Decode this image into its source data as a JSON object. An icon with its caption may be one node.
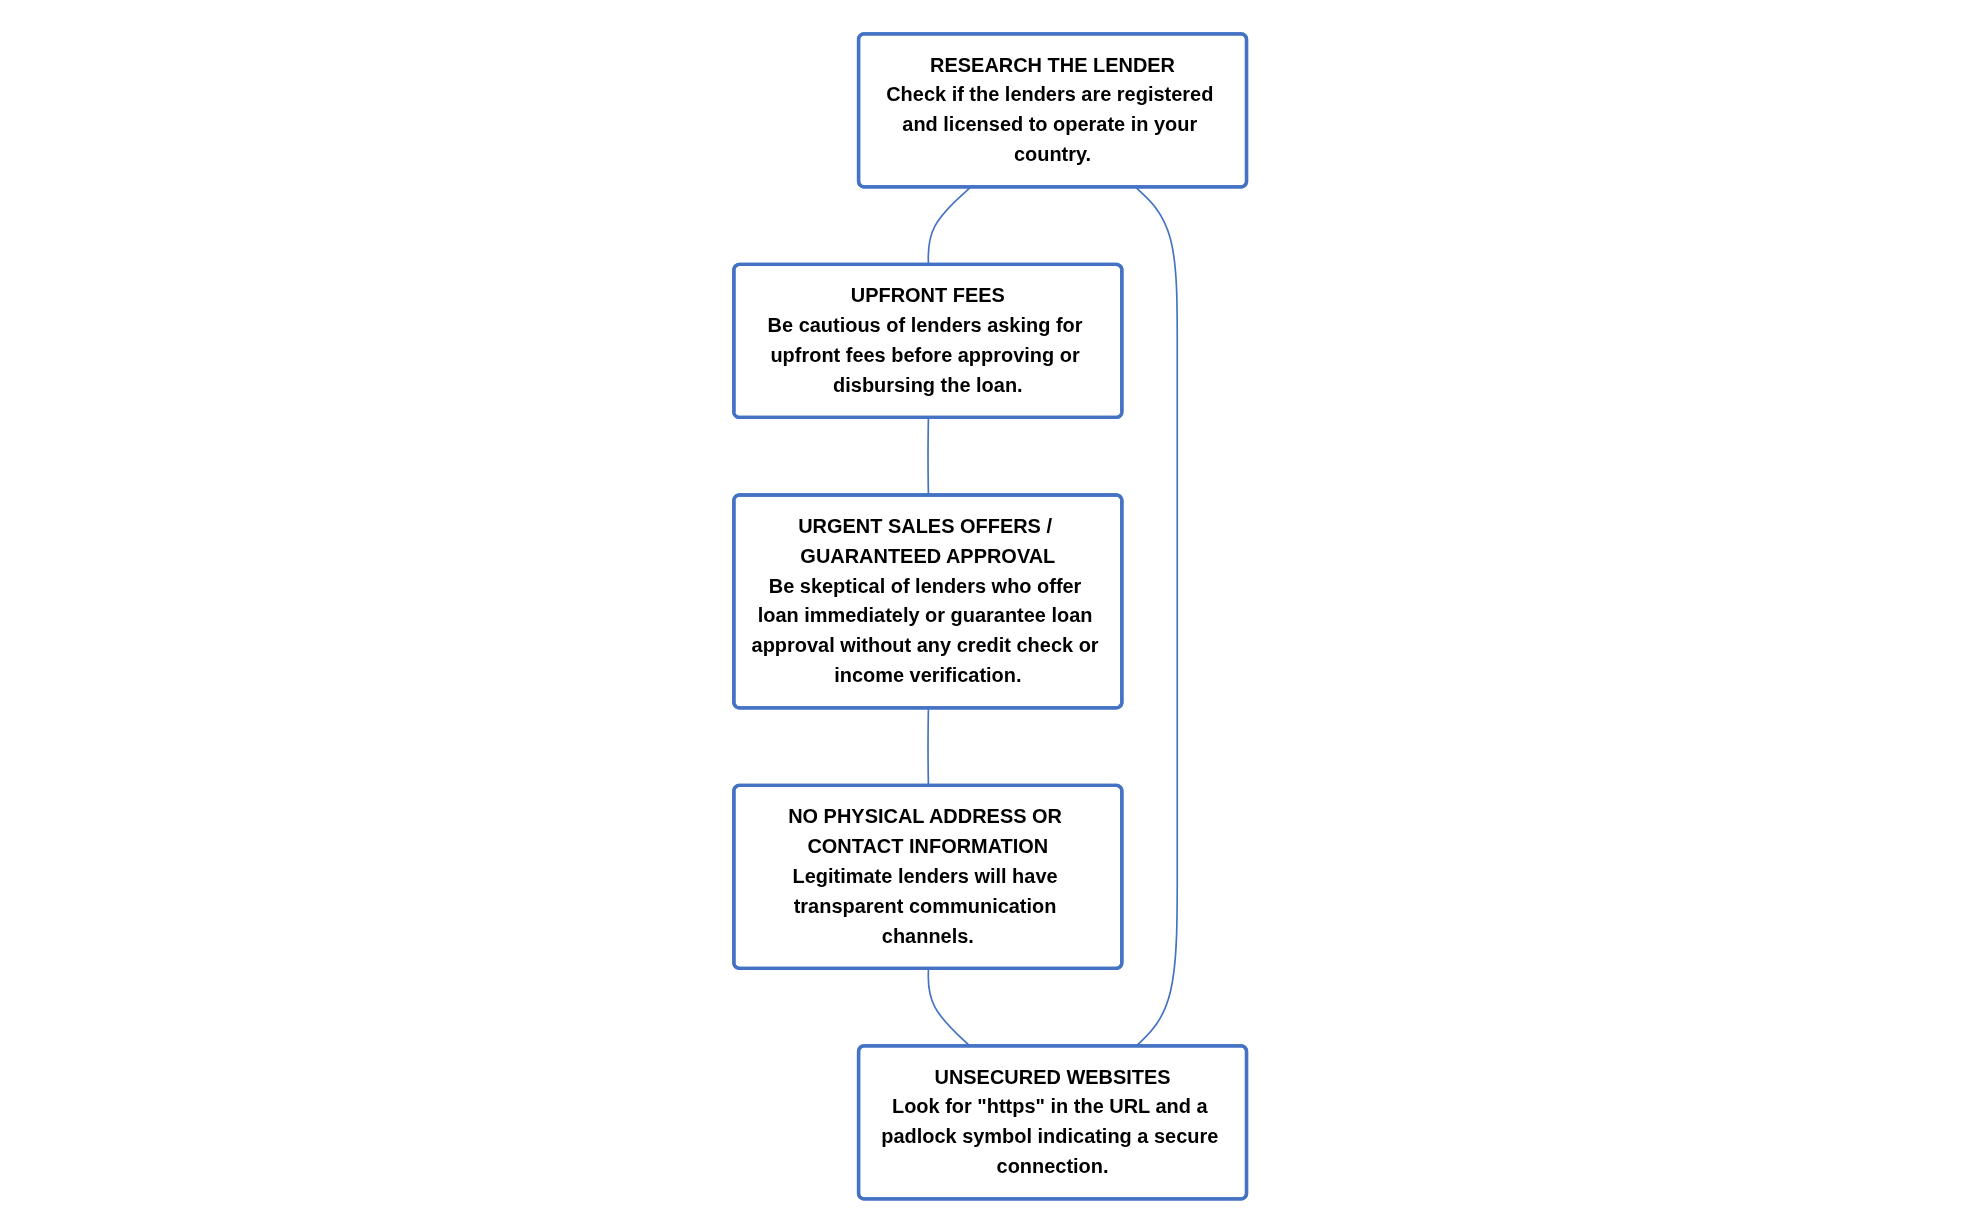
{
  "diagram": {
    "nodes": [
      {
        "text": [
          "RESEARCH THE LENDER",
          "Check if the lenders are registered and licensed to operate in your country."
        ]
      },
      {
        "text": [
          "UNSECURED WEBSITES",
          "Look for \"https\" in the URL and a padlock symbol indicating a secure connection."
        ]
      },
      {
        "text": [
          "UPFRONT FEES",
          "Be cautious of lenders asking for upfront fees before approving or disbursing the loan."
        ]
      },
      {
        "text": [
          "NO PHYSICAL ADDRESS OR CONTACT INFORMATION",
          "Legitimate lenders will have transparent communication channels."
        ]
      },
      {
        "text": [
          "URGENT SALES OFFERS / GUARANTEED APPROVAL",
          "Be skeptical of lenders who offer loan immediately or guarantee loan approval without any credit check or income verification."
        ]
      }
    ],
    "edges": [
      {
        "from": 0,
        "to": 2,
        "arrow": "none"
      },
      {
        "from": 2,
        "to": 4,
        "arrow": "none"
      },
      {
        "from": 4,
        "to": 3,
        "arrow": "none"
      },
      {
        "from": 3,
        "to": 1,
        "arrow": "none"
      },
      {
        "from": 1,
        "to": 0,
        "arrow": "none"
      }
    ]
  }
}
